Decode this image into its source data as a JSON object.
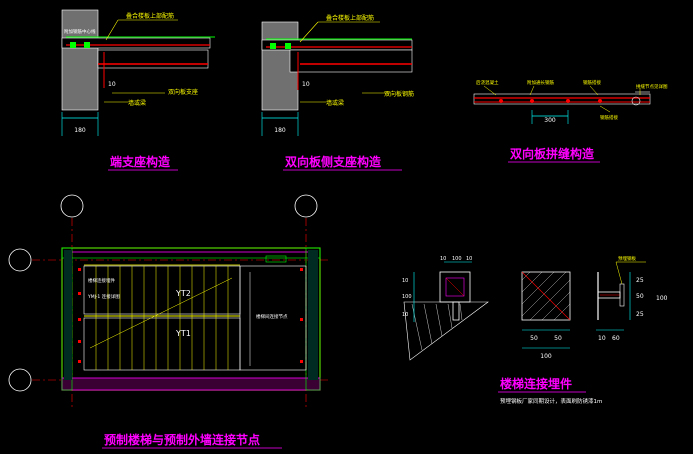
{
  "drawing": {
    "title_end_support": "端支座构造",
    "title_twoway_side": "双向板侧支座构造",
    "title_twoway_joint": "双向板拼缝构造",
    "title_stair_wall": "预制楼梯与预制外墙连接节点",
    "title_stair_embed": "楼梯连接埋件",
    "note_embed": "预埋钢板厂家同期设计，表面刷防锈漆1m"
  },
  "labels": {
    "cast_top_rebar_a": "叠合楼板上部配筋",
    "cast_top_rebar_b": "叠合楼板上部配筋",
    "extra_rebar": "附加钢筋中心线",
    "support_rebar": "双向板支座",
    "twoway_rebar": "双向板钢筋",
    "wall_beam_a": "墙或梁",
    "wall_beam_b": "墙或梁",
    "dim_10_a": "10",
    "dim_10_b": "10",
    "dim_180_a": "180",
    "dim_180_b": "180",
    "dim_300": "300",
    "joint_l1": "后浇混凝土",
    "joint_l2": "附加通长钢筋",
    "joint_l3": "钢筋搭接",
    "joint_l4": "拼缝节点见详图",
    "yt2": "YT2",
    "yt1": "YT1",
    "stair_note1": "楼梯连接埋件",
    "stair_note2": "YMJ-1 连接详图",
    "stair_note3": "楼梯间连接节点",
    "dim_100": "100",
    "dim_50a": "50",
    "dim_50b": "50",
    "dim_10c": "10",
    "dim_60": "60",
    "dim_25a": "25",
    "dim_50c": "50",
    "dim_25b": "25",
    "dim_100v": "100",
    "dim_top10": "10",
    "dim_top100": "100",
    "dim_top10b": "10",
    "dim_left1": "10",
    "dim_left2": "100",
    "dim_left3": "10",
    "anchor_label": "预埋钢板"
  },
  "colors": {
    "background": "#000000",
    "title": "#ff00ff",
    "dim": "#00ffff",
    "wall": "#808080",
    "label": "#ffff00",
    "rebar": "#ff0000",
    "hatch": "#00ff00",
    "white": "#ffffff"
  }
}
